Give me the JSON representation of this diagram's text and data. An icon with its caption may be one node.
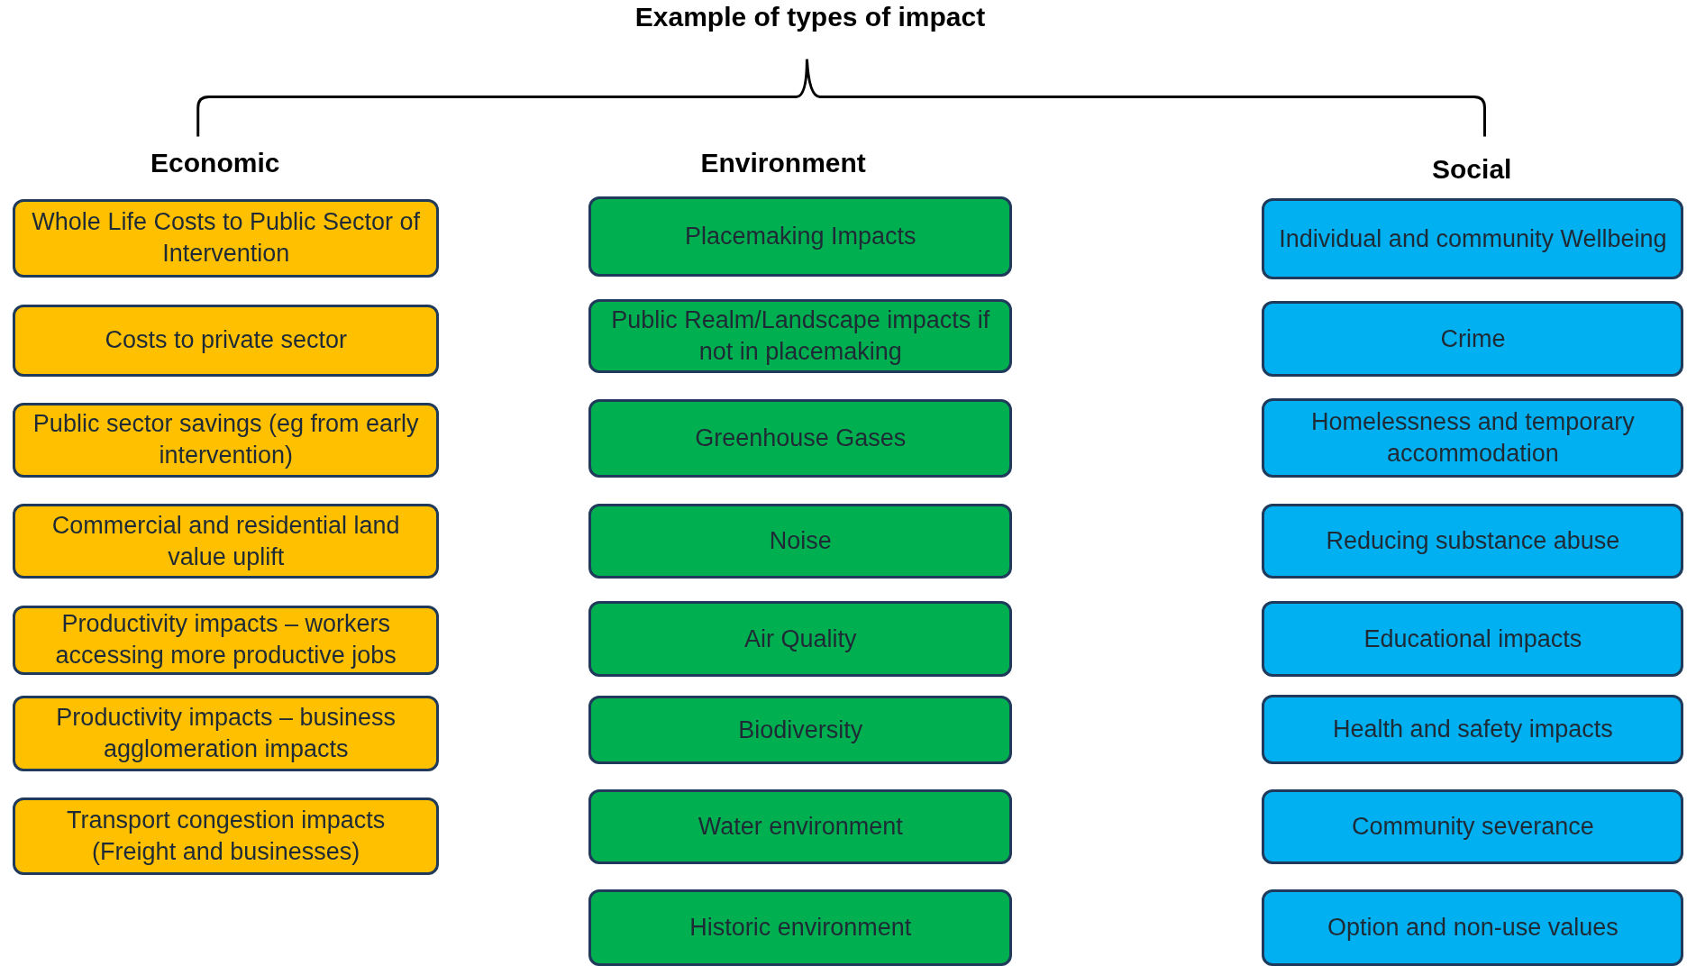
{
  "diagram": {
    "title": "Example of types of impact",
    "nodes": [
      {
        "text": [
          "Whole Life Costs to Public Sector of Intervention"
        ]
      },
      {
        "text": [
          "Costs to private sector"
        ]
      },
      {
        "text": [
          "Public sector savings (eg from early intervention)"
        ]
      },
      {
        "text": [
          "Commercial and residential land value uplift"
        ]
      },
      {
        "text": [
          "Productivity impacts – workers accessing more productive jobs"
        ]
      },
      {
        "text": [
          "Productivity impacts – business agglomeration impacts"
        ]
      },
      {
        "text": [
          "Transport congestion impacts (Freight and businesses)"
        ]
      },
      {
        "text": [
          "Placemaking Impacts"
        ]
      },
      {
        "text": [
          "Public Realm/Landscape impacts if not in placemaking"
        ]
      },
      {
        "text": [
          "Greenhouse Gases"
        ]
      },
      {
        "text": [
          "Noise"
        ]
      },
      {
        "text": [
          "Air Quality"
        ]
      },
      {
        "text": [
          "Biodiversity"
        ]
      },
      {
        "text": [
          "Water environment"
        ]
      },
      {
        "text": [
          "Historic environment"
        ]
      },
      {
        "text": [
          "Individual and community Wellbeing"
        ]
      },
      {
        "text": [
          "Crime"
        ]
      },
      {
        "text": [
          "Homelessness and temporary accommodation"
        ]
      },
      {
        "text": [
          "Reducing substance abuse"
        ]
      },
      {
        "text": [
          "Educational impacts"
        ]
      },
      {
        "text": [
          "Health and safety impacts"
        ]
      },
      {
        "text": [
          "Community severance"
        ]
      },
      {
        "text": [
          "Option and non-use values"
        ]
      }
    ],
    "labels": [
      "Economic",
      "Environment",
      "Social"
    ]
  }
}
